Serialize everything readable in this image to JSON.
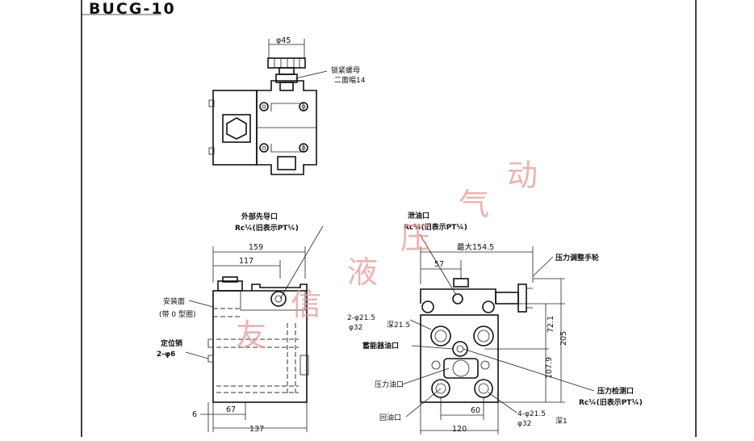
{
  "title": "BUCG-10",
  "top_view": {
    "dim_handle_dia": "φ45",
    "label_locknut_1": "锁紧螺母",
    "label_locknut_2": "二面幅14"
  },
  "side_view": {
    "label_pilot_1": "外部先导口",
    "label_pilot_2": "Rc¼(旧表示PT¼)",
    "dim_159": "159",
    "dim_117": "117",
    "label_mount_1": "安装面",
    "label_mount_2": "(带 0 型圈)",
    "label_pin_1": "定位销",
    "label_pin_2": "2-φ6",
    "dim_6": "6",
    "dim_67": "67",
    "dim_137": "137"
  },
  "front_view": {
    "label_drain_1": "泄油口",
    "label_drain_2": "Rc¼(旧表示PT¼)",
    "dim_max": "最大154.5",
    "dim_57": "57",
    "label_handwheel": "压力调整手轮",
    "label_cbore_1": "2-φ21.5",
    "label_cbore_2": "φ32",
    "label_cbore_3": "深21.5",
    "label_accum": "蓄能器油口",
    "label_pressure_port": "压力油口",
    "label_return_port": "回油口",
    "dim_72_1": "72.1",
    "dim_107_9": "107.9",
    "dim_205": "205",
    "label_gauge_1": "压力检测口",
    "label_gauge_2": "Rc¼(旧表示PT¼)",
    "dim_60": "60",
    "dim_120": "120",
    "label_holes_1": "4-φ21.5",
    "label_holes_2": "φ32",
    "label_depth": "深1"
  },
  "watermark": [
    "友",
    "信",
    "液",
    "压",
    "气",
    "动"
  ]
}
